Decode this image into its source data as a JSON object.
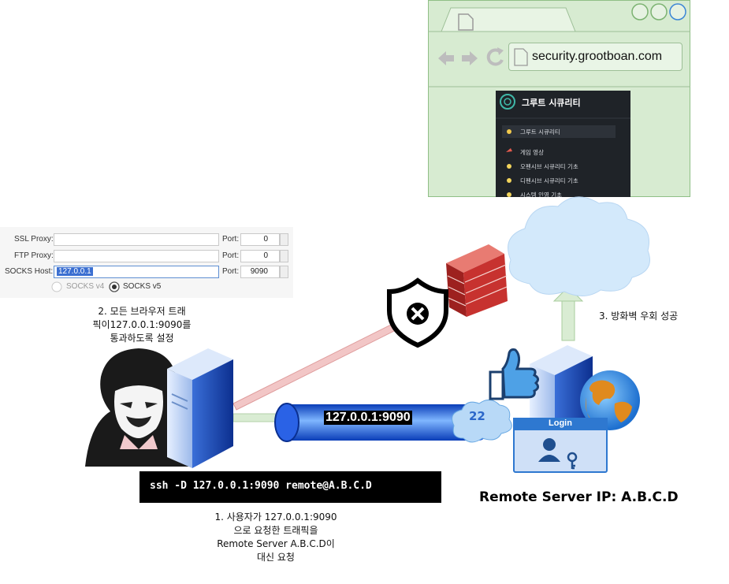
{
  "browser": {
    "url": "security.grootboan.com",
    "site_title": "그루트 시큐리티",
    "menu_items": [
      "그루트 시큐리티",
      "게임 영상",
      "오펜시브 시큐리티 기초",
      "디펜시브 시큐리티 기초",
      "시스템 인영 기초"
    ]
  },
  "proxy": {
    "ssl_label": "SSL Proxy:",
    "ftp_label": "FTP Proxy:",
    "socks_label": "SOCKS Host:",
    "port_label": "Port:",
    "ssl_port": "0",
    "ftp_port": "0",
    "socks_host": "127.0.0.1",
    "socks_port": "9090",
    "socks_v4": "SOCKS v4",
    "socks_v5": "SOCKS v5"
  },
  "step2": [
    "2. 모든 브라우저 트래",
    "픽이127.0.0.1:9090를",
    "통과하도록 설정"
  ],
  "step3": "3. 방화벽 우회 성공",
  "step1": [
    "1. 사용자가 127.0.0.1:9090",
    "으로 요청한 트래픽을",
    "Remote Server A.B.C.D이",
    "대신 요청"
  ],
  "command": "ssh -D 127.0.0.1:9090 remote@A.B.C.D",
  "tunnel_label": "127.0.0.1:9090",
  "ssh_port": "22",
  "login_label": "Login",
  "server_ip": "Remote Server IP: A.B.C.D",
  "colors": {
    "browser_bg": "#d7ebd1",
    "tunnel": "#1f66e0",
    "blocked_arrow": "#f2c6c6",
    "success_arrow": "#d9ecd3",
    "firewall": "#c7322f",
    "cmd_bg": "#000000"
  },
  "icons": [
    "hacker-icon",
    "server-icon",
    "shield-blocked-icon",
    "firewall-icon",
    "cloud-icon",
    "thumbs-up-icon",
    "globe-icon",
    "login-user-icon"
  ]
}
